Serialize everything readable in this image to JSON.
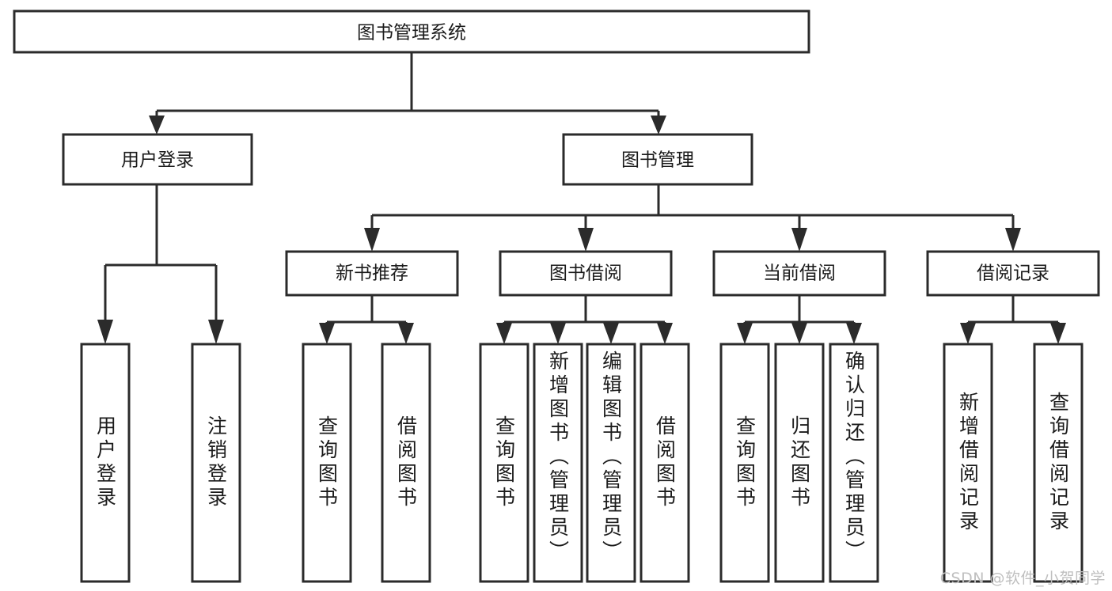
{
  "diagram": {
    "type": "tree",
    "title": "图书管理系统",
    "watermark": "CSDN @软件_小贺同学",
    "root": {
      "id": "root",
      "label": "图书管理系统",
      "orientation": "horizontal"
    },
    "level2": [
      {
        "id": "user-login",
        "label": "用户登录",
        "orientation": "horizontal"
      },
      {
        "id": "book-manage",
        "label": "图书管理",
        "orientation": "horizontal"
      }
    ],
    "level3": [
      {
        "id": "new-book-recommend",
        "label": "新书推荐",
        "orientation": "horizontal",
        "parent": "book-manage"
      },
      {
        "id": "book-borrow",
        "label": "图书借阅",
        "orientation": "horizontal",
        "parent": "book-manage"
      },
      {
        "id": "current-borrow",
        "label": "当前借阅",
        "orientation": "horizontal",
        "parent": "book-manage"
      },
      {
        "id": "borrow-record",
        "label": "借阅记录",
        "orientation": "horizontal",
        "parent": "book-manage"
      }
    ],
    "leaves": [
      {
        "id": "leaf-user-login",
        "label": "用户登录",
        "parent": "user-login",
        "align": "middle"
      },
      {
        "id": "leaf-user-logout",
        "label": "注销登录",
        "parent": "user-login",
        "align": "middle"
      },
      {
        "id": "leaf-query-book-1",
        "label": "查询图书",
        "parent": "new-book-recommend",
        "align": "middle"
      },
      {
        "id": "leaf-borrow-book-1",
        "label": "借阅图书",
        "parent": "new-book-recommend",
        "align": "middle"
      },
      {
        "id": "leaf-query-book-2",
        "label": "查询图书",
        "parent": "book-borrow",
        "align": "middle"
      },
      {
        "id": "leaf-add-book",
        "label": "新增图书（管理员）",
        "parent": "book-borrow",
        "align": "top"
      },
      {
        "id": "leaf-edit-book",
        "label": "编辑图书（管理员）",
        "parent": "book-borrow",
        "align": "top"
      },
      {
        "id": "leaf-borrow-book-2",
        "label": "借阅图书",
        "parent": "book-borrow",
        "align": "middle"
      },
      {
        "id": "leaf-query-book-3",
        "label": "查询图书",
        "parent": "current-borrow",
        "align": "middle"
      },
      {
        "id": "leaf-return-book",
        "label": "归还图书",
        "parent": "current-borrow",
        "align": "middle"
      },
      {
        "id": "leaf-confirm-return",
        "label": "确认归还（管理员）",
        "parent": "current-borrow",
        "align": "top"
      },
      {
        "id": "leaf-add-record",
        "label": "新增借阅记录",
        "parent": "borrow-record",
        "align": "middle"
      },
      {
        "id": "leaf-query-record",
        "label": "查询借阅记录",
        "parent": "borrow-record",
        "align": "middle"
      }
    ],
    "colors": {
      "stroke": "#2b2b2b",
      "fill": "#ffffff",
      "text": "#1b1b1b",
      "watermark": "#bfbfbf"
    }
  }
}
